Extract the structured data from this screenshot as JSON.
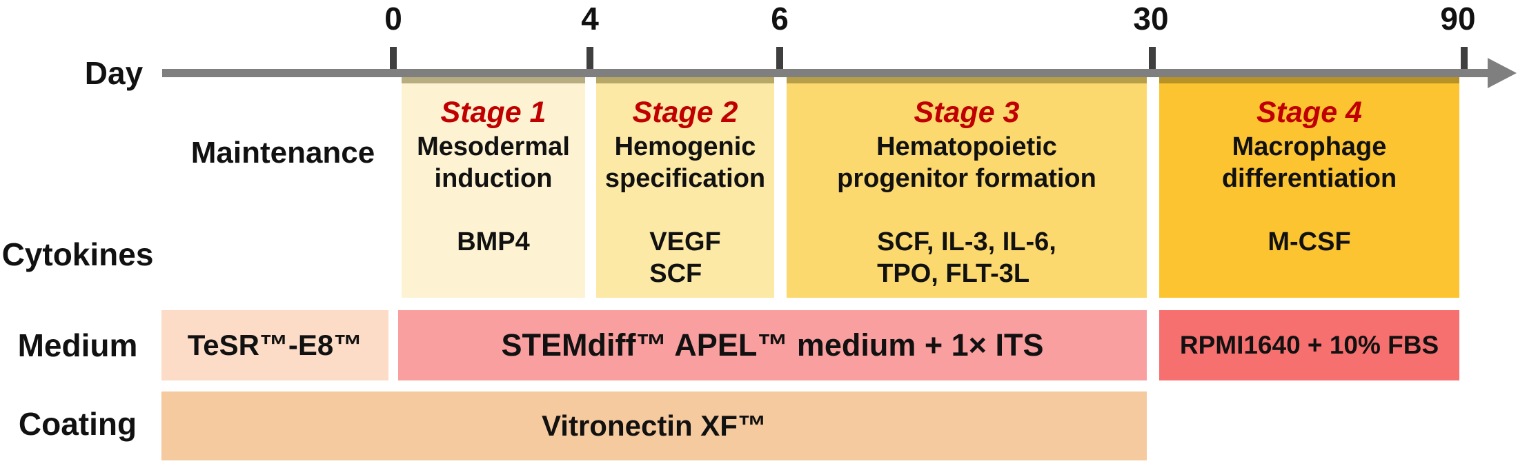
{
  "timeline": {
    "axis_label": "Day",
    "ticks": [
      {
        "label": "0"
      },
      {
        "label": "4"
      },
      {
        "label": "6"
      },
      {
        "label": "30"
      },
      {
        "label": "90"
      }
    ]
  },
  "row_labels": {
    "cytokines": "Cytokines",
    "medium": "Medium",
    "coating": "Coating"
  },
  "maintenance": {
    "label": "Maintenance"
  },
  "stages": [
    {
      "label": "Stage 1",
      "name_line1": "Mesodermal",
      "name_line2": "induction",
      "cytokine_line1": "BMP4",
      "color": "#fdf3d3"
    },
    {
      "label": "Stage 2",
      "name_line1": "Hemogenic",
      "name_line2": "specification",
      "cytokine_line1": "VEGF",
      "cytokine_line2": "SCF",
      "color": "#fce9a6"
    },
    {
      "label": "Stage 3",
      "name_line1": "Hematopoietic",
      "name_line2": "progenitor formation",
      "cytokine_line1": "SCF, IL-3, IL-6,",
      "cytokine_line2": "TPO, FLT-3L",
      "color": "#fbd96e"
    },
    {
      "label": "Stage 4",
      "name_line1": "Macrophage",
      "name_line2": "differentiation",
      "cytokine_line1": "M-CSF",
      "color": "#fcc431"
    }
  ],
  "medium_row": {
    "maintenance_medium": "TeSR™-E8™",
    "differentiation_medium": "STEMdiff™ APEL™ medium + 1× ITS",
    "macrophage_medium": "RPMI1640 + 10% FBS"
  },
  "coating_row": {
    "coating_name": "Vitronectin XF™"
  },
  "colors": {
    "stage_label_red": "#c00000",
    "axis_gray": "#7f7f7f",
    "tick_dark_gray": "#3f3f3f",
    "tesr_box": "#fcdcc7",
    "stemdiff_box": "#fa9f9f",
    "rpmi_box": "#f77070",
    "coating_box": "#f5ca9e",
    "text_black": "#111111"
  }
}
